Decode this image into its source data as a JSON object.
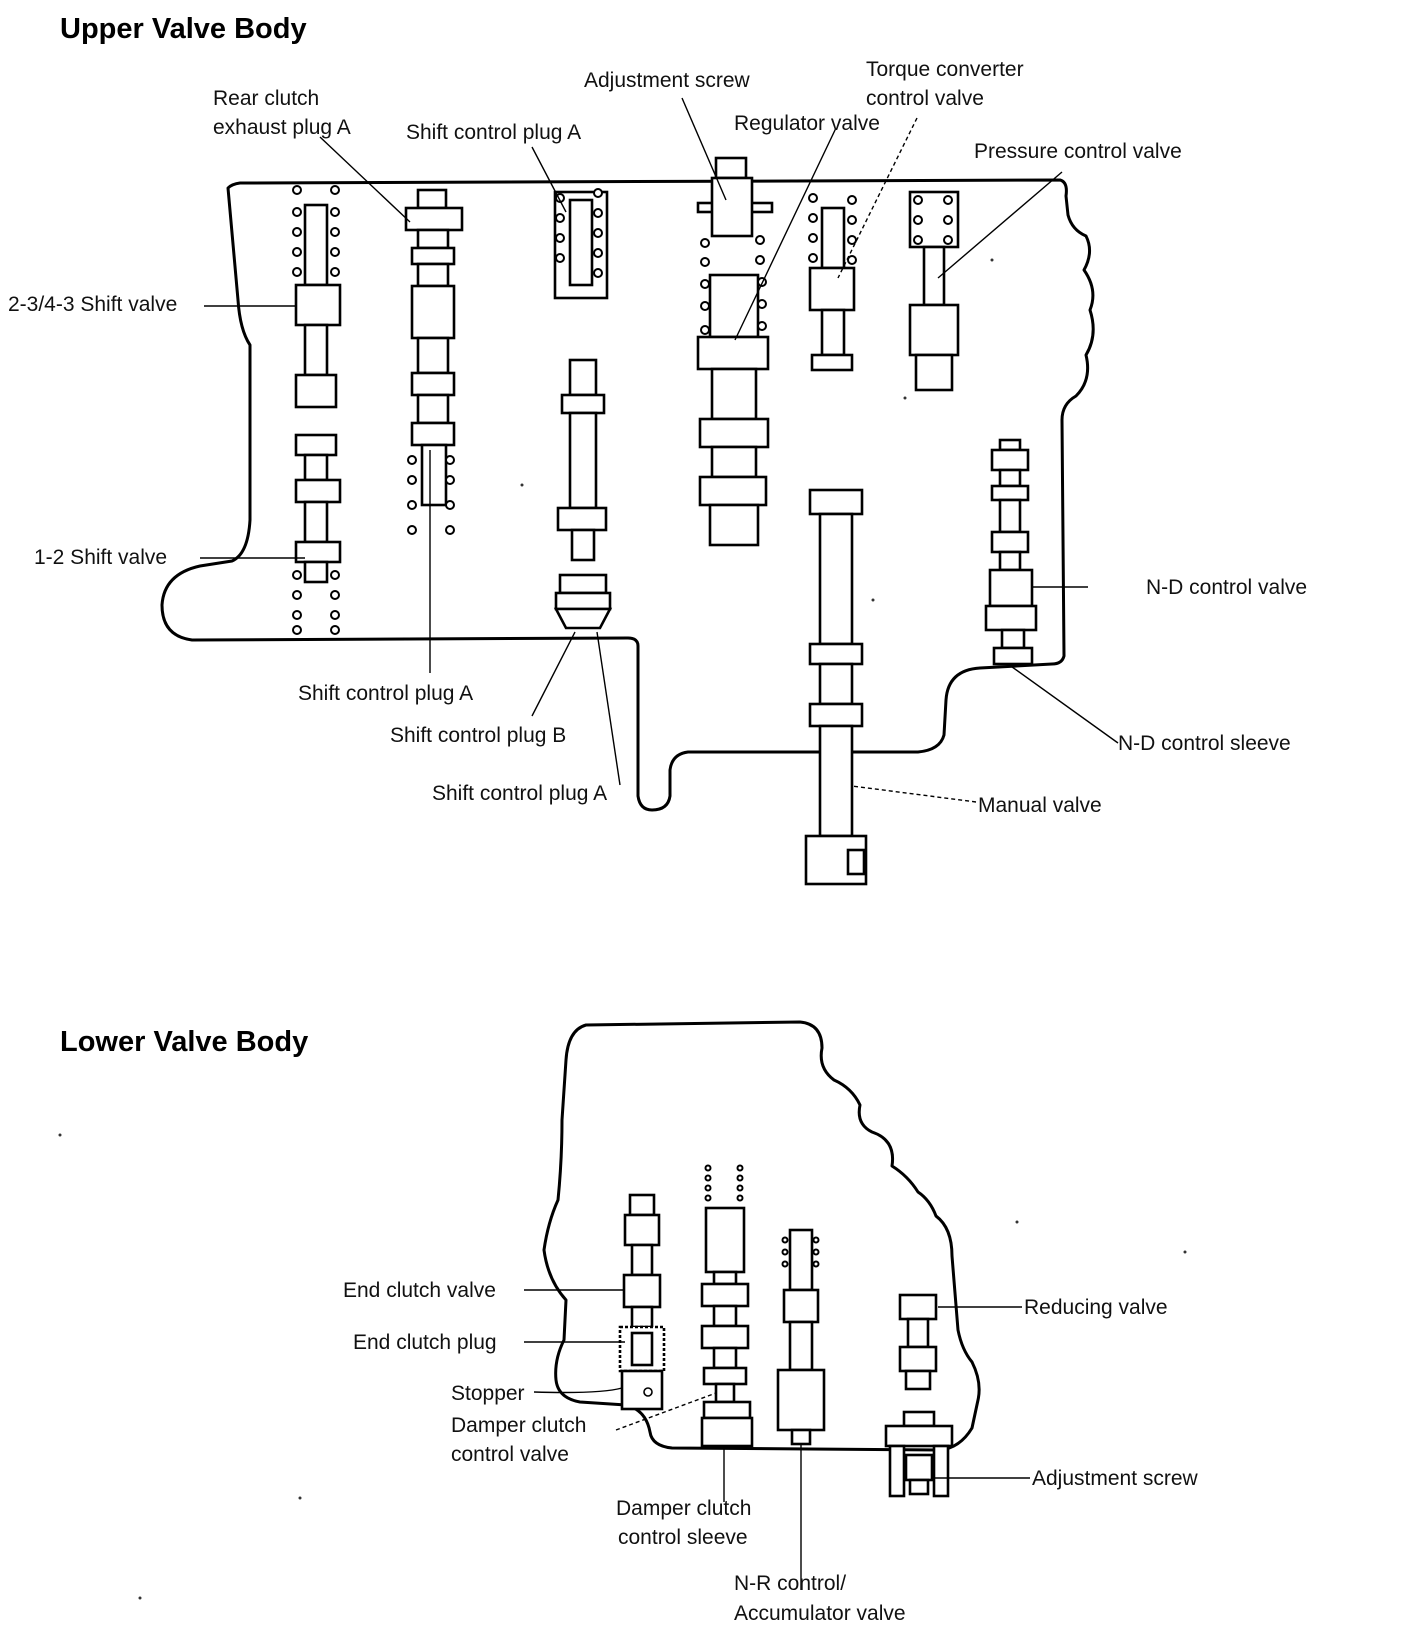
{
  "upper": {
    "title": "Upper Valve Body",
    "labels": {
      "rear_clutch_1": "Rear clutch",
      "rear_clutch_2": "exhaust plug A",
      "shift_plug_a_top": "Shift control plug A",
      "adjustment_screw": "Adjustment screw",
      "regulator": "Regulator valve",
      "torque_1": "Torque converter",
      "torque_2": "control valve",
      "pressure": "Pressure control valve",
      "shift_234": "2-3/4-3 Shift valve",
      "shift_12": "1-2 Shift valve",
      "nd_valve": "N-D control valve",
      "shift_plug_a_mid": "Shift control plug A",
      "shift_plug_b": "Shift control plug B",
      "nd_sleeve": "N-D control sleeve",
      "shift_plug_a_low": "Shift control plug A",
      "manual": "Manual valve"
    }
  },
  "lower": {
    "title": "Lower Valve Body",
    "labels": {
      "end_clutch_valve": "End clutch valve",
      "end_clutch_plug": "End clutch plug",
      "stopper": "Stopper",
      "damper_valve_1": "Damper clutch",
      "damper_valve_2": "control valve",
      "damper_sleeve_1": "Damper clutch",
      "damper_sleeve_2": "control sleeve",
      "nr_1": "N-R control/",
      "nr_2": "Accumulator valve",
      "reducing": "Reducing valve",
      "adjustment_screw": "Adjustment screw"
    }
  }
}
